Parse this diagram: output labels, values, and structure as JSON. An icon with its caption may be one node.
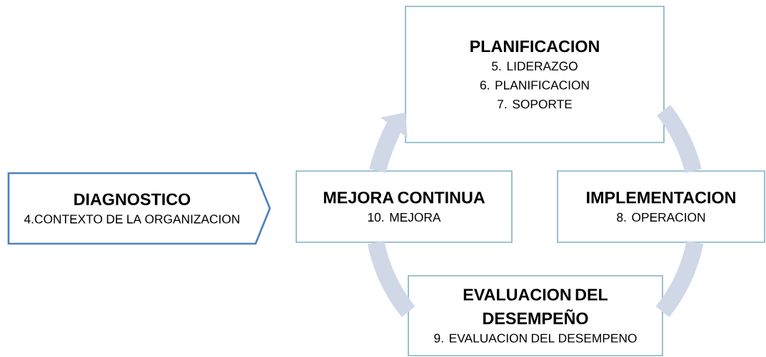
{
  "diagram": {
    "nodes": [
      {
        "text": [
          "PLANIFICACION",
          "5. LIDERAZGO",
          "6. PLANIFICACION",
          "7. SOPORTE"
        ]
      },
      {
        "text": [
          "DIAGNOSTICO",
          "4.CONTEXTO DE LA ORGANIZACION"
        ]
      },
      {
        "text": [
          "MEJORA CONTINUA",
          "10. MEJORA"
        ]
      },
      {
        "text": [
          "IMPLEMENTACION",
          "8. OPERACION"
        ]
      },
      {
        "text": [
          "EVALUACION DEL DESEMPEÑO",
          "9. EVALUACION DEL DESEMPENO"
        ]
      }
    ],
    "edges": [
      {
        "from": 2,
        "to": 0,
        "arrow": "to"
      },
      {
        "from": 0,
        "to": 3,
        "arrow": "none"
      },
      {
        "from": 3,
        "to": 4,
        "arrow": "none"
      },
      {
        "from": 4,
        "to": 2,
        "arrow": "none"
      }
    ]
  }
}
